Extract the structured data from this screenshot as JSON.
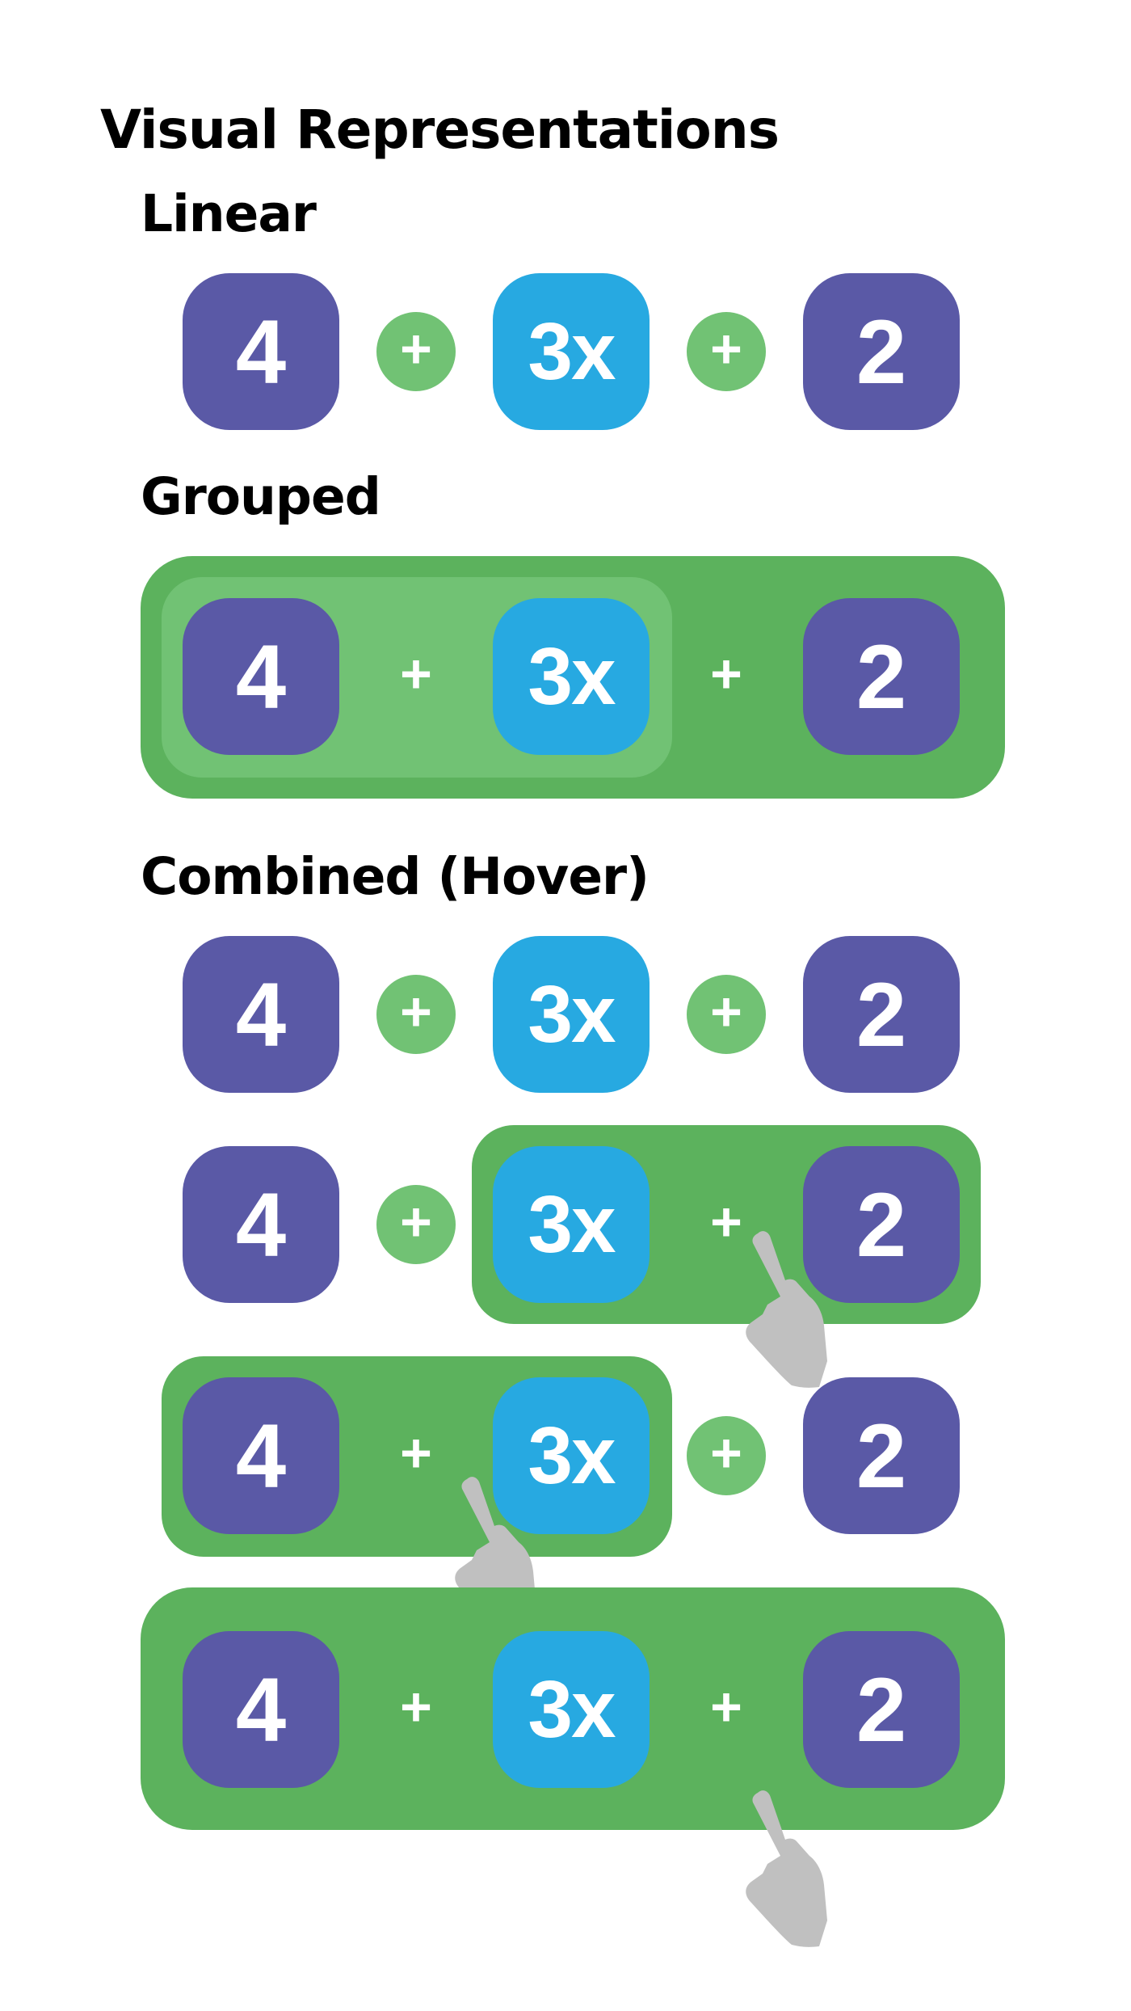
{
  "title": "Visual Representations",
  "sections": {
    "linear": "Linear",
    "grouped": "Grouped",
    "combined": "Combined (Hover)"
  },
  "terms": {
    "a": "4",
    "b": "3x",
    "c": "2"
  },
  "operator": "+",
  "colors": {
    "number_tile": "#5a59a6",
    "variable_tile": "#27a9e1",
    "group_outer": "#5cb25d",
    "group_inner": "#71c274",
    "operator_circle": "#71c274",
    "pointer": "#c0c0c0"
  },
  "icons": {
    "pointer": "pointing-hand-icon"
  }
}
